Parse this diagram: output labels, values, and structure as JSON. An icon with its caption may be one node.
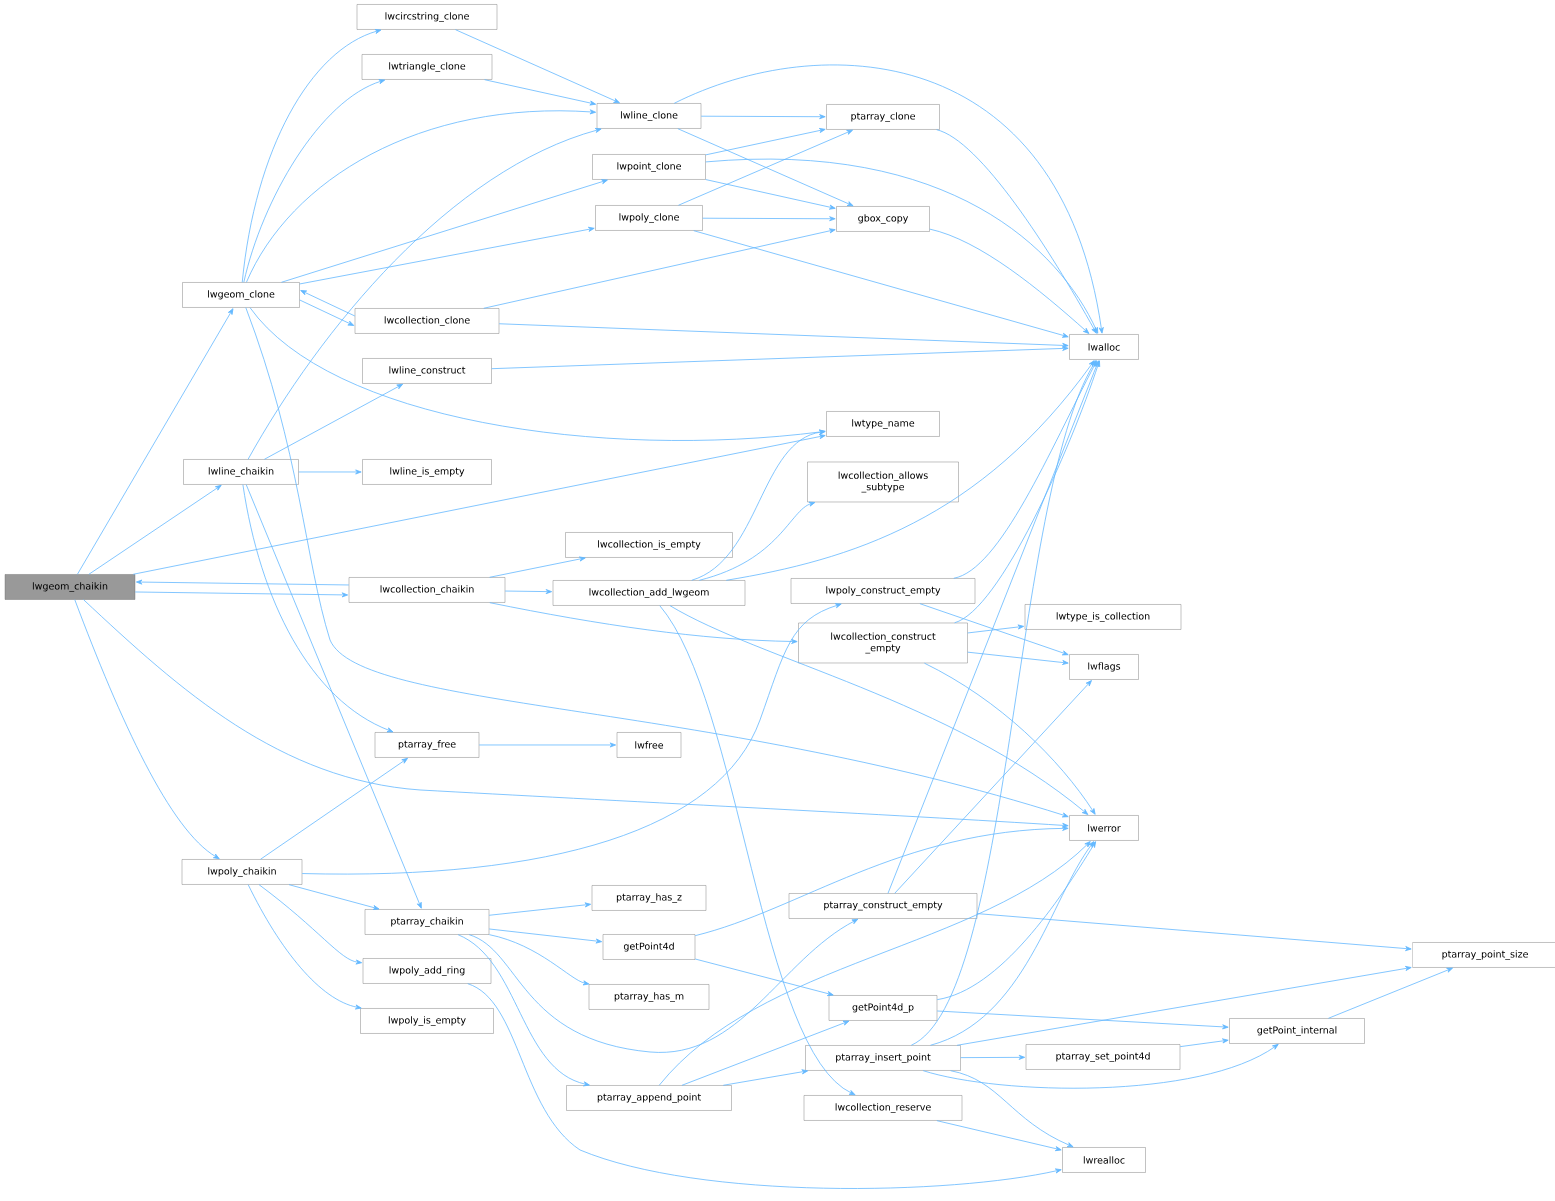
{
  "diagram": {
    "nodes": [
      {
        "text": [
          "lwgeom_chaikin"
        ]
      },
      {
        "text": [
          "lwgeom_clone"
        ]
      },
      {
        "text": [
          "lwcircstring_clone"
        ]
      },
      {
        "text": [
          "lwtriangle_clone"
        ]
      },
      {
        "text": [
          "lwline_clone"
        ]
      },
      {
        "text": [
          "lwpoint_clone"
        ]
      },
      {
        "text": [
          "lwpoly_clone"
        ]
      },
      {
        "text": [
          "lwcollection_clone"
        ]
      },
      {
        "text": [
          "lwline_construct"
        ]
      },
      {
        "text": [
          "lwline_chaikin"
        ]
      },
      {
        "text": [
          "lwline_is_empty"
        ]
      },
      {
        "text": [
          "lwcollection_chaikin"
        ]
      },
      {
        "text": [
          "lwcollection_is_empty"
        ]
      },
      {
        "text": [
          "lwcollection_add_lwgeom"
        ]
      },
      {
        "text": [
          "ptarray_clone"
        ]
      },
      {
        "text": [
          "gbox_copy"
        ]
      },
      {
        "text": [
          "lwalloc"
        ]
      },
      {
        "text": [
          "lwtype_name"
        ]
      },
      {
        "text": [
          "lwcollection_allows _subtype"
        ]
      },
      {
        "text": [
          "lwpoly_construct_empty"
        ]
      },
      {
        "text": [
          "lwcollection_construct _empty"
        ]
      },
      {
        "text": [
          "lwtype_is_collection"
        ]
      },
      {
        "text": [
          "lwflags"
        ]
      },
      {
        "text": [
          "ptarray_free"
        ]
      },
      {
        "text": [
          "lwfree"
        ]
      },
      {
        "text": [
          "lwerror"
        ]
      },
      {
        "text": [
          "lwpoly_chaikin"
        ]
      },
      {
        "text": [
          "ptarray_chaikin"
        ]
      },
      {
        "text": [
          "ptarray_has_z"
        ]
      },
      {
        "text": [
          "getPoint4d"
        ]
      },
      {
        "text": [
          "ptarray_has_m"
        ]
      },
      {
        "text": [
          "ptarray_construct_empty"
        ]
      },
      {
        "text": [
          "lwpoly_add_ring"
        ]
      },
      {
        "text": [
          "lwpoly_is_empty"
        ]
      },
      {
        "text": [
          "ptarray_point_size"
        ]
      },
      {
        "text": [
          "getPoint4d_p"
        ]
      },
      {
        "text": [
          "getPoint_internal"
        ]
      },
      {
        "text": [
          "ptarray_insert_point"
        ]
      },
      {
        "text": [
          "ptarray_set_point4d"
        ]
      },
      {
        "text": [
          "ptarray_append_point"
        ]
      },
      {
        "text": [
          "lwcollection_reserve"
        ]
      },
      {
        "text": [
          "lwrealloc"
        ]
      }
    ],
    "edges": [
      {
        "from": 0,
        "to": 1,
        "arrow": "to"
      },
      {
        "from": 0,
        "to": 9,
        "arrow": "to"
      },
      {
        "from": 0,
        "to": 17,
        "arrow": "to"
      },
      {
        "from": 0,
        "to": 11,
        "arrow": "to"
      },
      {
        "from": 11,
        "to": 0,
        "arrow": "to"
      },
      {
        "from": 0,
        "to": 25,
        "arrow": "to"
      },
      {
        "from": 0,
        "to": 26,
        "arrow": "to"
      },
      {
        "from": 1,
        "to": 2,
        "arrow": "to"
      },
      {
        "from": 1,
        "to": 3,
        "arrow": "to"
      },
      {
        "from": 1,
        "to": 4,
        "arrow": "to"
      },
      {
        "from": 1,
        "to": 5,
        "arrow": "to"
      },
      {
        "from": 1,
        "to": 6,
        "arrow": "to"
      },
      {
        "from": 1,
        "to": 7,
        "arrow": "to"
      },
      {
        "from": 7,
        "to": 1,
        "arrow": "to"
      },
      {
        "from": 1,
        "to": 17,
        "arrow": "to"
      },
      {
        "from": 1,
        "to": 25,
        "arrow": "to"
      },
      {
        "from": 2,
        "to": 4,
        "arrow": "to"
      },
      {
        "from": 3,
        "to": 4,
        "arrow": "to"
      },
      {
        "from": 4,
        "to": 14,
        "arrow": "to"
      },
      {
        "from": 4,
        "to": 15,
        "arrow": "to"
      },
      {
        "from": 4,
        "to": 16,
        "arrow": "to"
      },
      {
        "from": 5,
        "to": 14,
        "arrow": "to"
      },
      {
        "from": 5,
        "to": 15,
        "arrow": "to"
      },
      {
        "from": 5,
        "to": 16,
        "arrow": "to"
      },
      {
        "from": 6,
        "to": 14,
        "arrow": "to"
      },
      {
        "from": 6,
        "to": 15,
        "arrow": "to"
      },
      {
        "from": 6,
        "to": 16,
        "arrow": "to"
      },
      {
        "from": 7,
        "to": 15,
        "arrow": "to"
      },
      {
        "from": 7,
        "to": 16,
        "arrow": "to"
      },
      {
        "from": 8,
        "to": 16,
        "arrow": "to"
      },
      {
        "from": 9,
        "to": 4,
        "arrow": "to"
      },
      {
        "from": 9,
        "to": 8,
        "arrow": "to"
      },
      {
        "from": 9,
        "to": 10,
        "arrow": "to"
      },
      {
        "from": 9,
        "to": 23,
        "arrow": "to"
      },
      {
        "from": 9,
        "to": 27,
        "arrow": "to"
      },
      {
        "from": 11,
        "to": 12,
        "arrow": "to"
      },
      {
        "from": 11,
        "to": 13,
        "arrow": "to"
      },
      {
        "from": 11,
        "to": 20,
        "arrow": "to"
      },
      {
        "from": 13,
        "to": 17,
        "arrow": "to"
      },
      {
        "from": 13,
        "to": 18,
        "arrow": "to"
      },
      {
        "from": 13,
        "to": 16,
        "arrow": "to"
      },
      {
        "from": 13,
        "to": 25,
        "arrow": "to"
      },
      {
        "from": 13,
        "to": 40,
        "arrow": "to"
      },
      {
        "from": 14,
        "to": 16,
        "arrow": "to"
      },
      {
        "from": 15,
        "to": 16,
        "arrow": "to"
      },
      {
        "from": 19,
        "to": 16,
        "arrow": "to"
      },
      {
        "from": 19,
        "to": 22,
        "arrow": "to"
      },
      {
        "from": 20,
        "to": 16,
        "arrow": "to"
      },
      {
        "from": 20,
        "to": 21,
        "arrow": "to"
      },
      {
        "from": 20,
        "to": 22,
        "arrow": "to"
      },
      {
        "from": 20,
        "to": 25,
        "arrow": "to"
      },
      {
        "from": 23,
        "to": 24,
        "arrow": "to"
      },
      {
        "from": 26,
        "to": 23,
        "arrow": "to"
      },
      {
        "from": 26,
        "to": 19,
        "arrow": "to"
      },
      {
        "from": 26,
        "to": 27,
        "arrow": "to"
      },
      {
        "from": 26,
        "to": 32,
        "arrow": "to"
      },
      {
        "from": 26,
        "to": 33,
        "arrow": "to"
      },
      {
        "from": 27,
        "to": 28,
        "arrow": "to"
      },
      {
        "from": 27,
        "to": 29,
        "arrow": "to"
      },
      {
        "from": 27,
        "to": 30,
        "arrow": "to"
      },
      {
        "from": 27,
        "to": 31,
        "arrow": "to"
      },
      {
        "from": 27,
        "to": 39,
        "arrow": "to"
      },
      {
        "from": 29,
        "to": 25,
        "arrow": "to"
      },
      {
        "from": 29,
        "to": 35,
        "arrow": "to"
      },
      {
        "from": 31,
        "to": 16,
        "arrow": "to"
      },
      {
        "from": 31,
        "to": 22,
        "arrow": "to"
      },
      {
        "from": 31,
        "to": 34,
        "arrow": "to"
      },
      {
        "from": 32,
        "to": 41,
        "arrow": "to"
      },
      {
        "from": 35,
        "to": 25,
        "arrow": "to"
      },
      {
        "from": 35,
        "to": 36,
        "arrow": "to"
      },
      {
        "from": 36,
        "to": 34,
        "arrow": "to"
      },
      {
        "from": 37,
        "to": 16,
        "arrow": "to"
      },
      {
        "from": 37,
        "to": 25,
        "arrow": "to"
      },
      {
        "from": 37,
        "to": 34,
        "arrow": "to"
      },
      {
        "from": 37,
        "to": 38,
        "arrow": "to"
      },
      {
        "from": 37,
        "to": 36,
        "arrow": "to"
      },
      {
        "from": 37,
        "to": 41,
        "arrow": "to"
      },
      {
        "from": 38,
        "to": 36,
        "arrow": "to"
      },
      {
        "from": 39,
        "to": 25,
        "arrow": "to"
      },
      {
        "from": 39,
        "to": 35,
        "arrow": "to"
      },
      {
        "from": 39,
        "to": 37,
        "arrow": "to"
      },
      {
        "from": 40,
        "to": 41,
        "arrow": "to"
      }
    ]
  }
}
